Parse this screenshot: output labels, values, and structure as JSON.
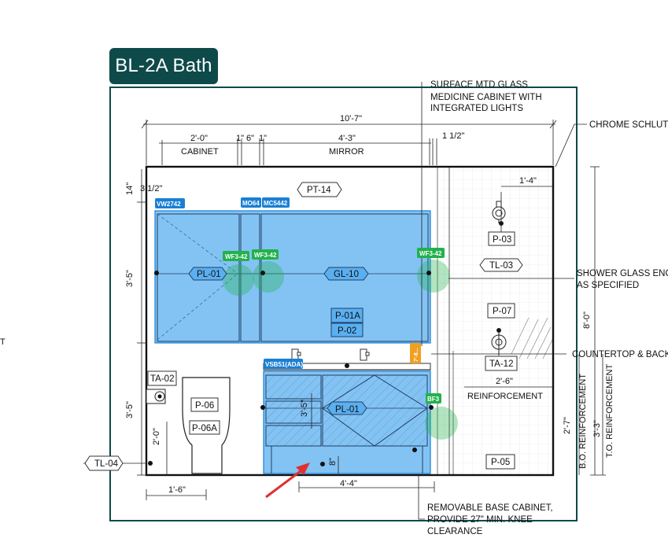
{
  "sheet": {
    "title": "BL-2A Bath",
    "brand_color": "#0e4a4a",
    "accent_blue": "#5aaff0",
    "accent_green": "#22b14c",
    "tag_blue": "#1a7fd4",
    "tag_orange": "#f0a020",
    "arrow_color": "#e03030"
  },
  "dimensions": {
    "overall": "10'-7\"",
    "cabinet_w": "2'-0\"",
    "d1": "1\"",
    "d6": "6\"",
    "d1b": "1\"",
    "mirror_w": "4'-3\"",
    "d_1_5": "1 1/2\"",
    "d14": "14\"",
    "d3_5": "3 1/2\"",
    "left_upper": "3'-5\"",
    "left_lower": "3'-5\"",
    "d2_0": "2'-0\"",
    "d1_6": "1'-6\"",
    "d4_4": "4'-4\"",
    "d8": "8\"",
    "vanity_h": "3'-5\"",
    "d1_4": "1'-4\"",
    "d2_6": "2'-6\"",
    "d8_0": "8'-0\"",
    "d2_7": "2'-7\"",
    "d3_3": "3'-3\""
  },
  "labels": {
    "cabinet": "CABINET",
    "mirror": "MIRROR",
    "reinforcement": "REINFORCEMENT",
    "bo_reinforcement": "B.O. REINFORCEMENT",
    "to_reinforcement": "T.O. REINFORCEMENT"
  },
  "callouts": {
    "medicine_1": "SURFACE MTD GLASS",
    "medicine_2": "MEDICINE CABINET WITH",
    "medicine_3": "INTEGRATED LIGHTS",
    "chrome": "CHROME SCHLUTE",
    "shower_1": "SHOWER GLASS ENCL",
    "shower_2": "AS SPECIFIED",
    "countertop": "COUNTERTOP & BACKS",
    "base_1": "REMOVABLE BASE CABINET,",
    "base_2": "PROVIDE 27\" MIN. KNEE",
    "base_3": "CLEARANCE"
  },
  "finish_tags": {
    "pt14": "PT-14",
    "pl01_upper": "PL-01",
    "gl10": "GL-10",
    "p01a": "P-01A",
    "p02": "P-02",
    "p03": "P-03",
    "tl03": "TL-03",
    "p07": "P-07",
    "ta12": "TA-12",
    "ta02": "TA-02",
    "p06": "P-06",
    "p06a": "P-06A",
    "pl01_lower": "PL-01",
    "p05": "P-05",
    "tl04": "TL-04"
  },
  "item_tags": {
    "vw2742": "VW2742",
    "mo64": "MO64",
    "mc5442": "MC5442",
    "wf342_a": "WF3-42",
    "wf342_b": "WF3-42",
    "wf342_c": "WF3-42",
    "vsb51": "VSB51(ADA)",
    "bf3": "BF3",
    "orange": "7'-8..."
  },
  "margin_mark": "T"
}
